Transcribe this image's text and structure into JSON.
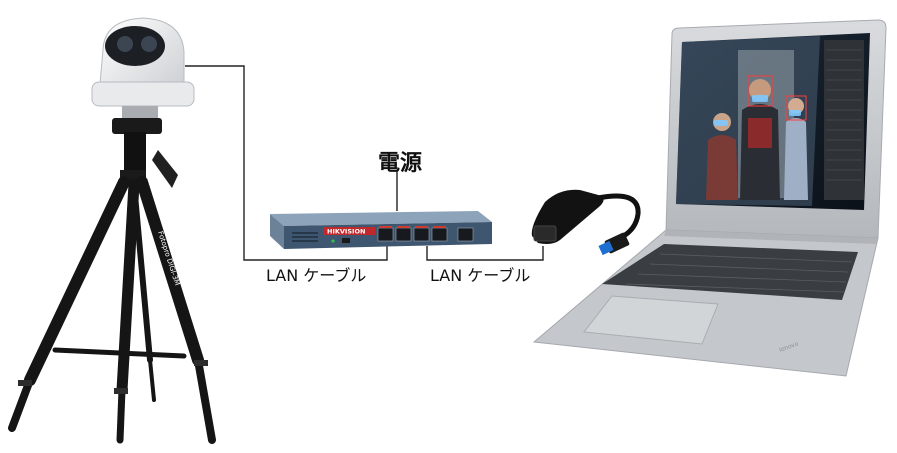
{
  "labels": {
    "power": "電源",
    "lan_cable_1": "LAN ケーブル",
    "lan_cable_2": "LAN ケーブル"
  },
  "tripod_text": "Fotopro DIGI-3M",
  "switch_brand_text": "HIKVISION",
  "icons": [
    "dome-camera-icon",
    "tripod-icon",
    "poe-switch-icon",
    "usb-ethernet-adapter-icon",
    "laptop-icon"
  ],
  "colors": {
    "switch_body": "#5a7290",
    "switch_face": "#3e5670",
    "brand_red": "#c0282b",
    "laptop_silver": "#c9ccd0",
    "tripod_black": "#151515",
    "line": "#222222"
  }
}
